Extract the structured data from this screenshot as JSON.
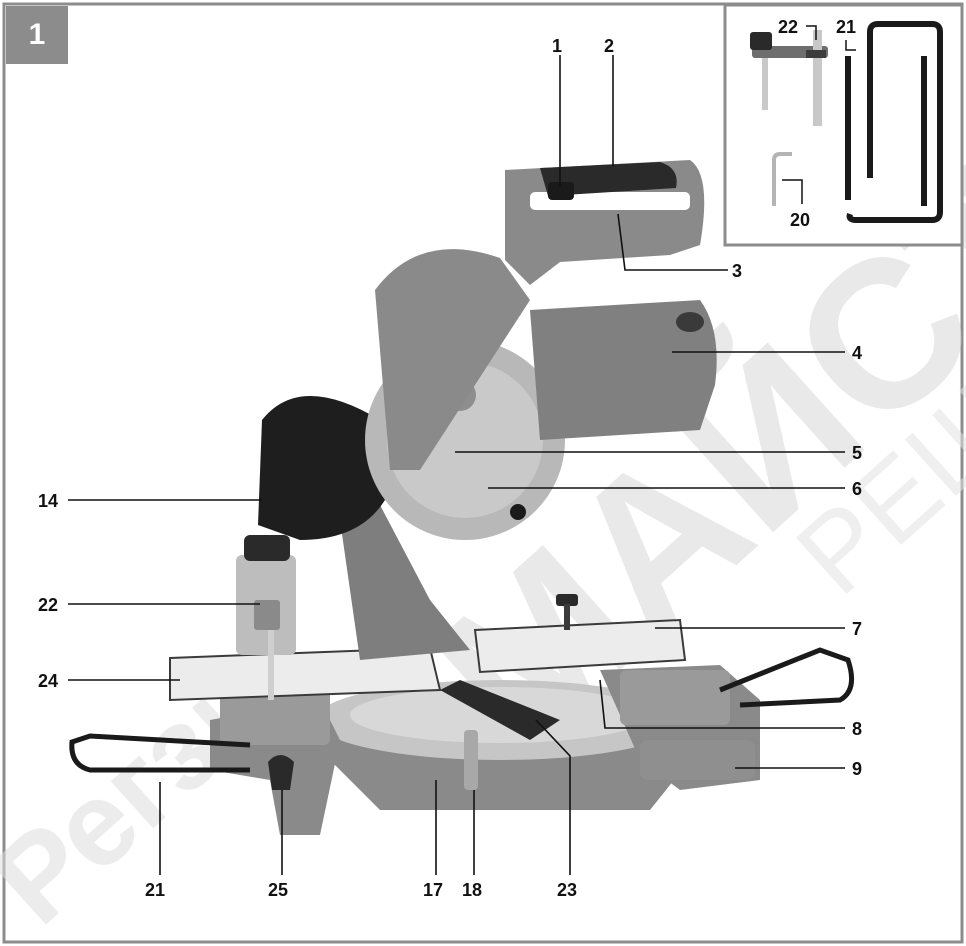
{
  "figure": {
    "number": "1"
  },
  "watermark": {
    "text_main": "МАЙСТОР",
    "text_side": "РЕШ",
    "text_left": "Регзи",
    "color": "#d8d8d8"
  },
  "colors": {
    "body": "#8a8a8a",
    "dark": "#3c3c3c",
    "black": "#1a1a1a",
    "blade": "#b8b8b8",
    "light": "#d4d4d4"
  },
  "callouts": {
    "c1": "1",
    "c2": "2",
    "c3": "3",
    "c4": "4",
    "c5": "5",
    "c6": "6",
    "c7": "7",
    "c8": "8",
    "c9": "9",
    "c14": "14",
    "c22": "22",
    "c24": "24",
    "c21": "21",
    "c25": "25",
    "c17": "17",
    "c18": "18",
    "c23": "23",
    "inset_c22": "22",
    "inset_c21": "21",
    "inset_c20": "20"
  }
}
